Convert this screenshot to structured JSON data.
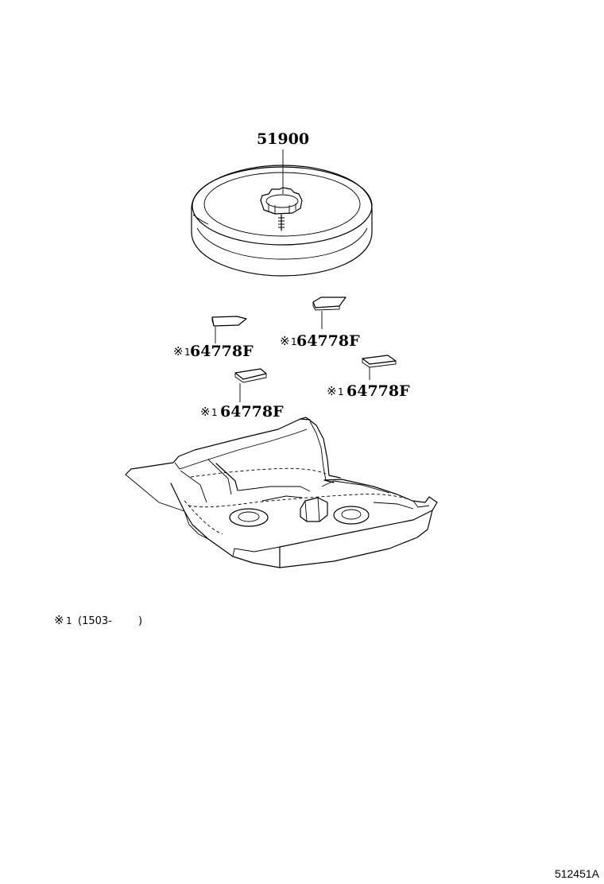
{
  "parts": {
    "spare_wheel": {
      "number": "51900"
    },
    "spacer_1": {
      "prefix": "※",
      "prefix_sub": "1",
      "number": "64778F"
    },
    "spacer_2": {
      "prefix": "※",
      "prefix_sub": "1",
      "number": "64778F"
    },
    "spacer_3": {
      "prefix": "※",
      "prefix_sub": "1",
      "number": "64778F"
    },
    "spacer_4": {
      "prefix": "※",
      "prefix_sub": "1",
      "number": "64778F"
    }
  },
  "footnote": {
    "mark": "※",
    "mark_sub": "1",
    "text": "(1503-",
    "close": ")"
  },
  "figure_number": "512451A"
}
